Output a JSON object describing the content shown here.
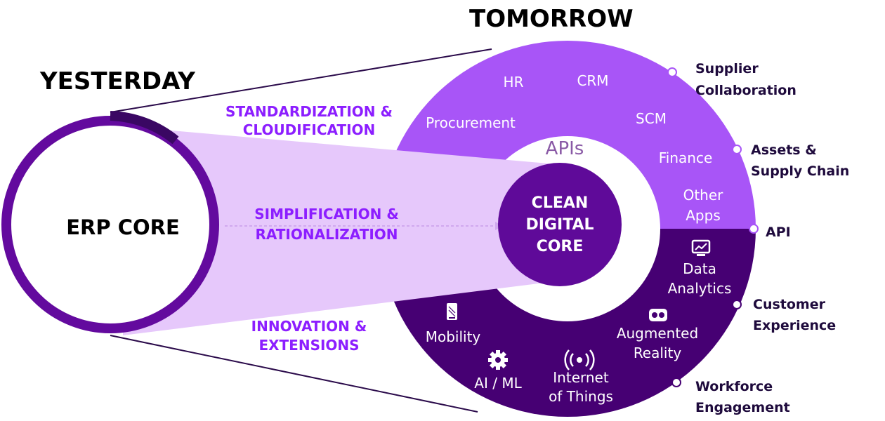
{
  "headings": {
    "yesterday": "YESTERDAY",
    "tomorrow": "TOMORROW"
  },
  "left_circle": {
    "label": "ERP CORE"
  },
  "stages": {
    "top": [
      "STANDARDIZATION &",
      "CLOUDIFICATION"
    ],
    "middle": [
      "SIMPLIFICATION &",
      "RATIONALIZATION"
    ],
    "bottom": [
      "INNOVATION &",
      "EXTENSIONS"
    ]
  },
  "center": {
    "apis": "APIs",
    "core": [
      "CLEAN",
      "DIGITAL",
      "CORE"
    ]
  },
  "upper_apps": {
    "hr": "HR",
    "crm": "CRM",
    "procurement": "Procurement",
    "scm": "SCM",
    "finance": "Finance",
    "other": [
      "Other",
      "Apps"
    ]
  },
  "lower_apps": {
    "data_analytics": [
      "Data",
      "Analytics"
    ],
    "augmented_reality": [
      "Augmented",
      "Reality"
    ],
    "mobility": "Mobility",
    "ai_ml": "AI / ML",
    "iot": [
      "Internet",
      "of Things"
    ]
  },
  "right_labels": {
    "supplier": [
      "Supplier",
      "Collaboration"
    ],
    "assets": [
      "Assets &",
      "Supply Chain"
    ],
    "api": "API",
    "customer": [
      "Customer",
      "Experience"
    ],
    "workforce": [
      "Workforce",
      "Engagement"
    ]
  },
  "icons": {
    "data_analytics": "monitor-chart-icon",
    "augmented_reality": "vr-goggles-icon",
    "mobility": "smartphone-icon",
    "ai_ml": "gear-icon",
    "iot": "broadcast-icon"
  },
  "colors": {
    "light_purple": "#a855f7",
    "dark_purple": "#460073",
    "mid_purple": "#5f0a99",
    "beam": "#e6c8fb",
    "ring": "#630a9e",
    "stage_text": "#8c1eff"
  }
}
